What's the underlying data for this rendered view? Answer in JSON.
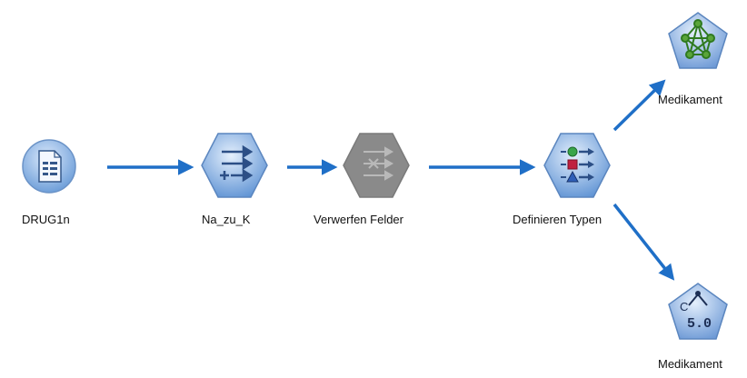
{
  "stream": {
    "nodes": [
      {
        "id": "source",
        "label": "DRUG1n",
        "type": "var-file-source",
        "icon": "document-icon"
      },
      {
        "id": "derive",
        "label": "Na_zu_K",
        "type": "derive",
        "icon": "derive-arrows-icon"
      },
      {
        "id": "filter",
        "label": "Verwerfen Felder",
        "type": "filter",
        "icon": "filter-arrows-icon"
      },
      {
        "id": "type",
        "label": "Definieren Typen",
        "type": "type",
        "icon": "type-shapes-icon"
      },
      {
        "id": "neural",
        "label": "Medikament",
        "type": "neural-net-model",
        "icon": "neural-network-icon"
      },
      {
        "id": "c50",
        "label": "Medikament",
        "type": "c5-model",
        "icon": "c50-tree-icon"
      }
    ],
    "connections": [
      [
        "source",
        "derive"
      ],
      [
        "derive",
        "filter"
      ],
      [
        "filter",
        "type"
      ],
      [
        "type",
        "neural"
      ],
      [
        "type",
        "c50"
      ]
    ],
    "colors": {
      "connector": "#1f6fc7",
      "node_blue": "#8fb7e8",
      "node_blue_dark": "#4f86c9",
      "node_gray": "#8a8a8a",
      "model_green": "#5aa53a"
    },
    "c50_glyph_text": "5.0",
    "c50_glyph_letter": "C"
  }
}
